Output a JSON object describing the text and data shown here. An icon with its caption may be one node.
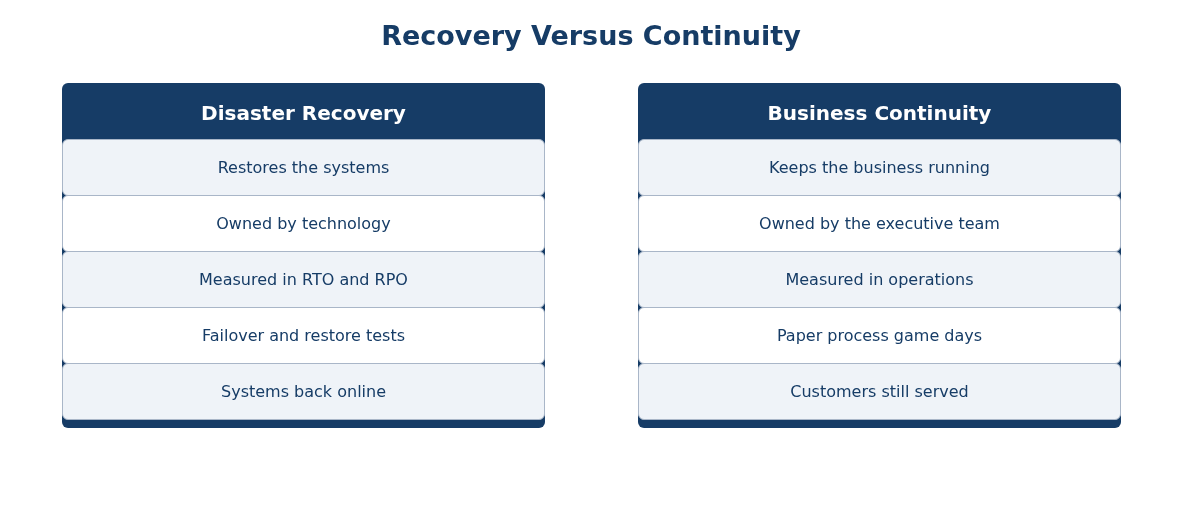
{
  "diagram": {
    "title": "Recovery Versus Continuity",
    "nodes": [
      {
        "text": [
          "Disaster Recovery"
        ]
      },
      {
        "text": [
          "Restores the systems"
        ],
        "in": 0
      },
      {
        "text": [
          "Owned by technology"
        ],
        "in": 0
      },
      {
        "text": [
          "Measured in RTO and RPO"
        ],
        "in": 0
      },
      {
        "text": [
          "Failover and restore tests"
        ],
        "in": 0
      },
      {
        "text": [
          "Systems back online"
        ],
        "in": 0
      },
      {
        "text": [
          "Business Continuity"
        ]
      },
      {
        "text": [
          "Keeps the business running"
        ],
        "in": 6
      },
      {
        "text": [
          "Owned by the executive team"
        ],
        "in": 6
      },
      {
        "text": [
          "Measured in operations"
        ],
        "in": 6
      },
      {
        "text": [
          "Paper process game days"
        ],
        "in": 6
      },
      {
        "text": [
          "Customers still served"
        ],
        "in": 6
      }
    ],
    "edges": []
  }
}
